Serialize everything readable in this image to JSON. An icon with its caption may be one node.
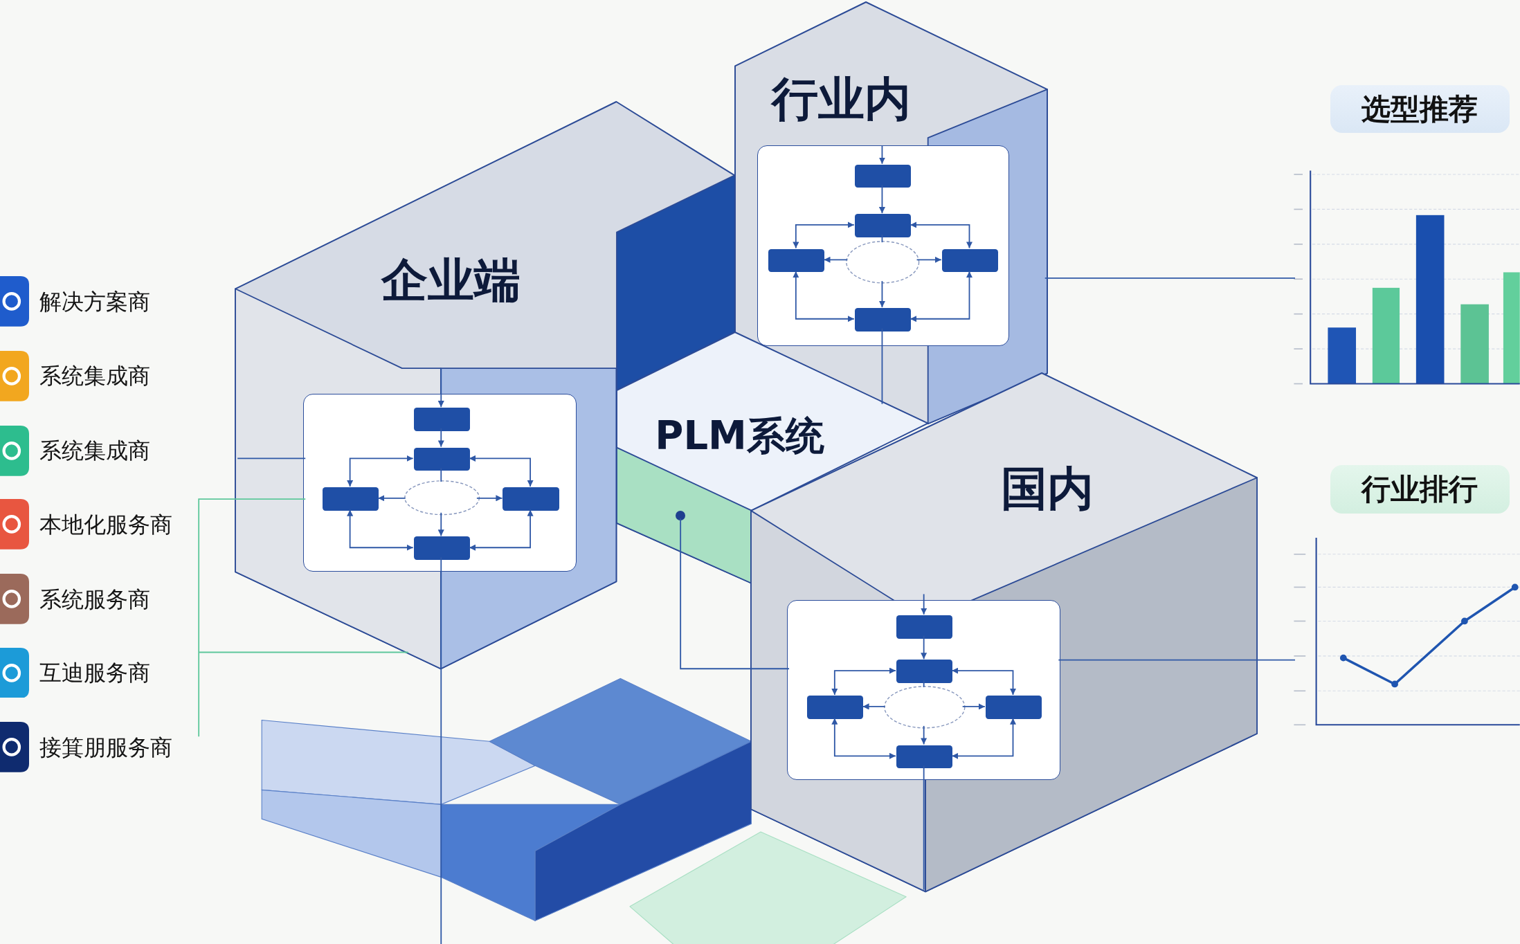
{
  "diagram": {
    "nodes": [
      {
        "text": [
          "企业端"
        ]
      },
      {
        "text": [],
        "shape": "box",
        "in": 0
      },
      {
        "text": [],
        "shape": "box",
        "in": 1
      },
      {
        "text": [],
        "shape": "box",
        "in": 1
      },
      {
        "text": [],
        "shape": "box",
        "in": 1
      },
      {
        "text": [],
        "shape": "box",
        "in": 1
      },
      {
        "text": [],
        "shape": "box",
        "in": 1
      },
      {
        "text": [],
        "shape": "ellipse",
        "in": 1
      },
      {
        "text": [
          "行业内"
        ]
      },
      {
        "text": [],
        "shape": "box",
        "in": 8
      },
      {
        "text": [],
        "shape": "box",
        "in": 9
      },
      {
        "text": [],
        "shape": "box",
        "in": 9
      },
      {
        "text": [],
        "shape": "box",
        "in": 9
      },
      {
        "text": [],
        "shape": "box",
        "in": 9
      },
      {
        "text": [],
        "shape": "box",
        "in": 9
      },
      {
        "text": [],
        "shape": "ellipse",
        "in": 9
      },
      {
        "text": [
          "PLM系统"
        ]
      },
      {
        "text": [],
        "shape": "dot",
        "in": 16
      },
      {
        "text": [
          "国内"
        ]
      },
      {
        "text": [],
        "shape": "box",
        "in": 18
      },
      {
        "text": [],
        "shape": "box",
        "in": 19
      },
      {
        "text": [],
        "shape": "box",
        "in": 19
      },
      {
        "text": [],
        "shape": "box",
        "in": 19
      },
      {
        "text": [],
        "shape": "box",
        "in": 19
      },
      {
        "text": [],
        "shape": "box",
        "in": 19
      },
      {
        "text": [],
        "shape": "ellipse",
        "in": 19
      },
      {
        "text": [
          "选型推荐"
        ]
      },
      {
        "text": [],
        "shape": "chart"
      },
      {
        "text": [
          "行业排行"
        ]
      },
      {
        "text": [],
        "shape": "chart"
      },
      {
        "text": [],
        "shape": "tile"
      },
      {
        "text": [],
        "shape": "parallelogram",
        "in": 0
      }
    ],
    "edges": [
      {
        "from": null,
        "to": 2,
        "arrow": "to"
      },
      {
        "from": 2,
        "to": 3,
        "arrow": "to"
      },
      {
        "from": 4,
        "to": 3,
        "arrow": "both"
      },
      {
        "from": 5,
        "to": 3,
        "arrow": "both"
      },
      {
        "from": 7,
        "to": 4,
        "arrow": "to"
      },
      {
        "from": 7,
        "to": 5,
        "arrow": "to"
      },
      {
        "from": 3,
        "to": 7,
        "arrow": "none"
      },
      {
        "from": 7,
        "to": 6,
        "arrow": "to"
      },
      {
        "from": 4,
        "to": 6,
        "arrow": "both"
      },
      {
        "from": 5,
        "to": 6,
        "arrow": "both"
      },
      {
        "from": 6,
        "to": null,
        "arrow": "none"
      },
      {
        "from": null,
        "to": 10,
        "arrow": "to"
      },
      {
        "from": 10,
        "to": 11,
        "arrow": "to"
      },
      {
        "from": 12,
        "to": 11,
        "arrow": "both"
      },
      {
        "from": 13,
        "to": 11,
        "arrow": "both"
      },
      {
        "from": 15,
        "to": 12,
        "arrow": "to"
      },
      {
        "from": 15,
        "to": 13,
        "arrow": "to"
      },
      {
        "from": 11,
        "to": 15,
        "arrow": "none"
      },
      {
        "from": 15,
        "to": 14,
        "arrow": "to"
      },
      {
        "from": 12,
        "to": 14,
        "arrow": "both"
      },
      {
        "from": 13,
        "to": 14,
        "arrow": "both"
      },
      {
        "from": 14,
        "to": 16,
        "arrow": "none"
      },
      {
        "from": null,
        "to": 20,
        "arrow": "to"
      },
      {
        "from": 20,
        "to": 21,
        "arrow": "to"
      },
      {
        "from": 22,
        "to": 21,
        "arrow": "both"
      },
      {
        "from": 23,
        "to": 21,
        "arrow": "both"
      },
      {
        "from": 25,
        "to": 22,
        "arrow": "to"
      },
      {
        "from": 25,
        "to": 23,
        "arrow": "to"
      },
      {
        "from": 21,
        "to": 25,
        "arrow": "none"
      },
      {
        "from": 25,
        "to": 24,
        "arrow": "to"
      },
      {
        "from": 22,
        "to": 24,
        "arrow": "both"
      },
      {
        "from": 23,
        "to": 24,
        "arrow": "both"
      },
      {
        "from": 24,
        "to": null,
        "arrow": "none"
      },
      {
        "from": 0,
        "to": 1,
        "arrow": "none"
      },
      {
        "from": null,
        "to": 1,
        "arrow": "none",
        "color": "#5ec79b"
      },
      {
        "from": null,
        "to": 0,
        "arrow": "none",
        "color": "#5ec79b"
      },
      {
        "from": 17,
        "to": 19,
        "arrow": "none"
      },
      {
        "from": 8,
        "to": 27,
        "arrow": "none"
      },
      {
        "from": 19,
        "to": 29,
        "arrow": "none"
      }
    ],
    "labels": [
      "解决方案商",
      "系统集成商",
      "系统集成商",
      "本地化服务商",
      "系统服务商",
      "互迪服务商",
      "接箕朋服务商"
    ]
  }
}
